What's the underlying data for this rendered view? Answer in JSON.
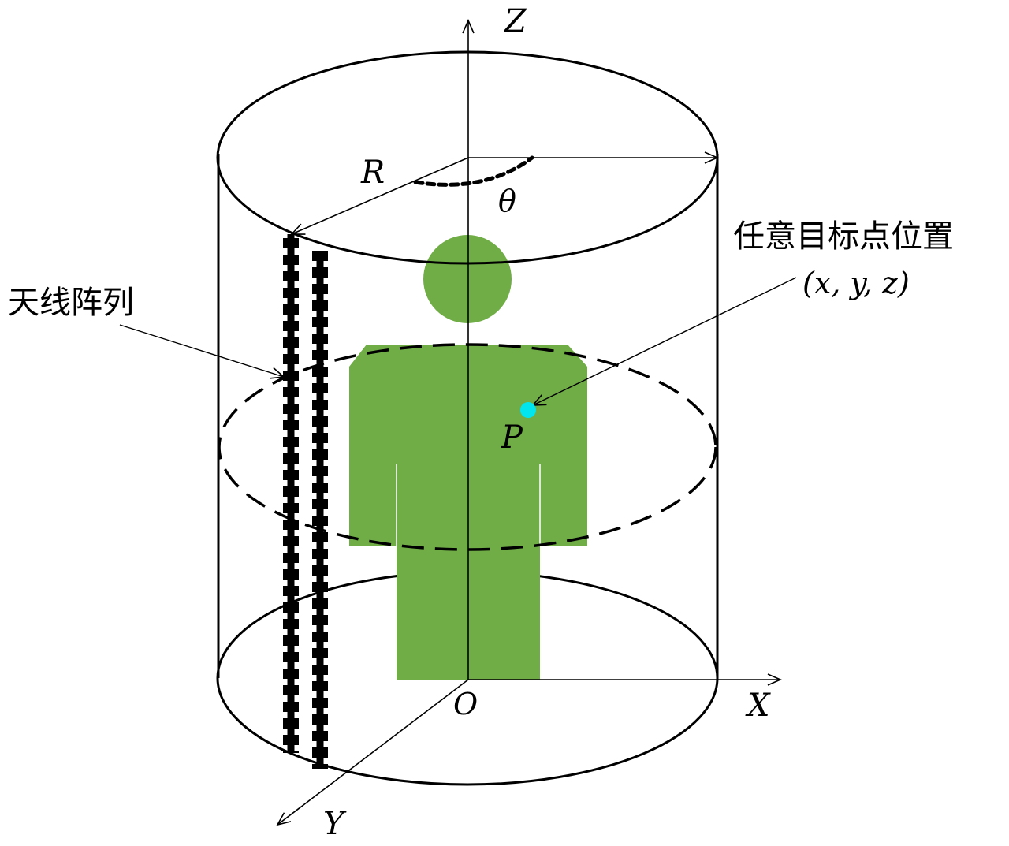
{
  "labels": {
    "axis_z": "Z",
    "axis_x": "X",
    "axis_y": "Y",
    "origin": "O",
    "radius": "R",
    "angle": "θ",
    "point": "P",
    "antenna_array": "天线阵列",
    "target_point": "任意目标点位置",
    "target_coords": "(x, y, z)"
  },
  "colors": {
    "line": "#000000",
    "person": "#70ad47",
    "point": "#00e5ee",
    "background": "#ffffff"
  }
}
